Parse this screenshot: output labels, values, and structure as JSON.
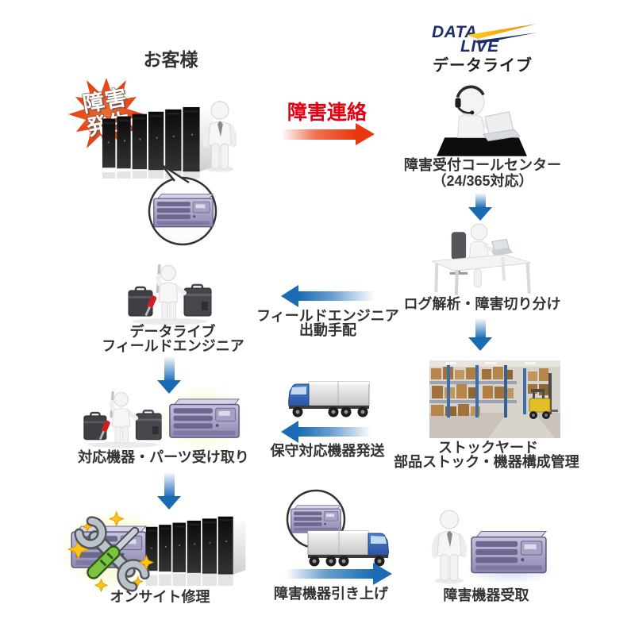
{
  "colors": {
    "accent_red": "#e8380d",
    "red_text": "#e60012",
    "arrow_blue": "#1b6cb5",
    "logo_navy": "#1e2d6b",
    "logo_yellow": "#f6a800",
    "caption_text": "#333333"
  },
  "header": {
    "customer_title": "お客様",
    "logo_word_top": "DATA",
    "logo_word_bottom": "LIVE",
    "company_label": "データライブ"
  },
  "customer": {
    "alert_line1": "障害",
    "alert_line2": "発生"
  },
  "steps": {
    "report": "障害連絡",
    "callcenter_line1": "障害受付コールセンター",
    "callcenter_line2": "（24/365対応）",
    "log_analysis": "ログ解析・障害切り分け",
    "dispatch_line1": "フィールドエンジニア",
    "dispatch_line2": "出動手配",
    "engineer_line1": "データライブ",
    "engineer_line2": "フィールドエンジニア",
    "stockyard_line1": "ストックヤード",
    "stockyard_line2": "部品ストック・機器構成管理",
    "shipping": "保守対応機器発送",
    "receive": "対応機器・パーツ受け取り",
    "onsite": "オンサイト修理",
    "pickup": "障害機器引き上げ",
    "receipt": "障害機器受取"
  }
}
